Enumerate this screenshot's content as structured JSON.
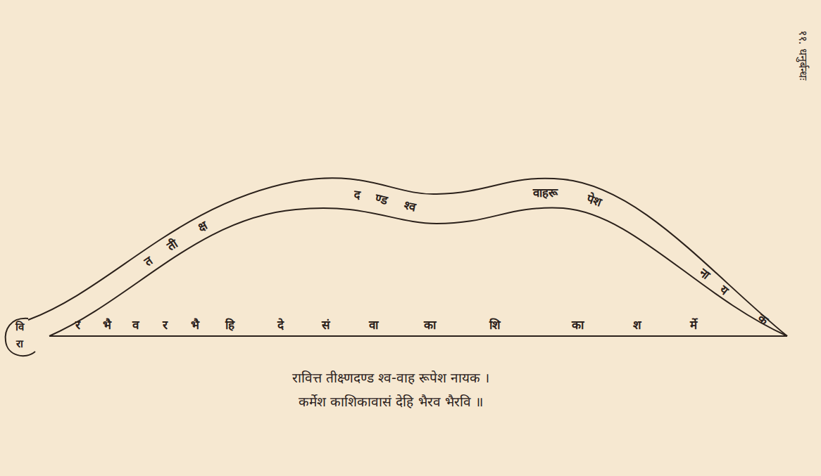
{
  "diagram": {
    "nodes": [
      {
        "text": [
          "त",
          "ती",
          "क्ष",
          "द",
          "ण्ड",
          "श्व",
          "वाहरू",
          "पेश",
          "ना",
          "य",
          "क"
        ]
      }
    ],
    "labels": [
      "वि",
      "रा",
      "र",
      "भै",
      "व",
      "र",
      "भै",
      "हि",
      "दे",
      "सं",
      "वा",
      "का",
      "शि",
      "का",
      "श",
      "र्मे",
      "रावित्त तीक्ष्णदण्ड श्व-वाह रूपेश नायक ।",
      "कर्मेश काशिकावासं देहि भैरव भैरवि ॥",
      "११. धनुर्बन्धः"
    ]
  }
}
